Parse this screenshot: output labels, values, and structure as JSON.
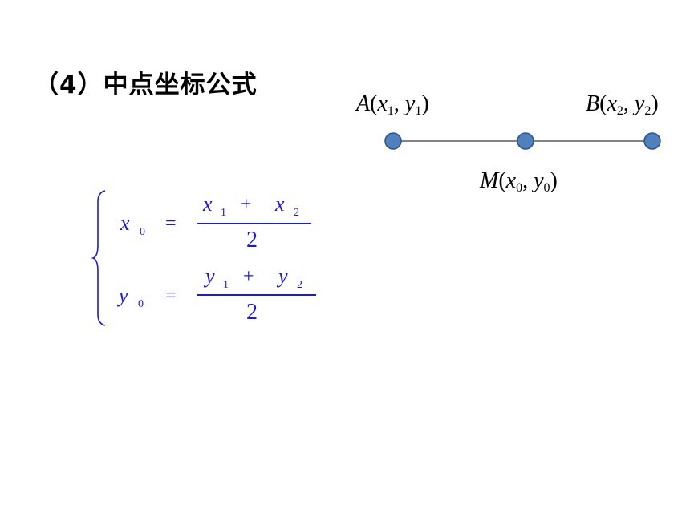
{
  "title": "（4）中点坐标公式",
  "points": {
    "A": {
      "name": "A",
      "x": "x",
      "x_sub": "1",
      "y": "y",
      "y_sub": "1"
    },
    "B": {
      "name": "B",
      "x": "x",
      "x_sub": "2",
      "y": "y",
      "y_sub": "2"
    },
    "M": {
      "name": "M",
      "x": "x",
      "x_sub": "0",
      "y": "y",
      "y_sub": "0"
    }
  },
  "formula": {
    "row1": {
      "lhs_var": "x",
      "lhs_sub": "0",
      "eq": "=",
      "num_a": "x",
      "num_a_sub": "1",
      "plus": "+",
      "num_b": "x",
      "num_b_sub": "2",
      "den": "2"
    },
    "row2": {
      "lhs_var": "y",
      "lhs_sub": "0",
      "eq": "=",
      "num_a": "y",
      "num_a_sub": "1",
      "plus": "+",
      "num_b": "y",
      "num_b_sub": "2",
      "den": "2"
    }
  },
  "colors": {
    "formula": "#1a1ad8",
    "point_fill": "#4f81bd",
    "point_stroke": "#2f528f",
    "segment": "#595959"
  }
}
